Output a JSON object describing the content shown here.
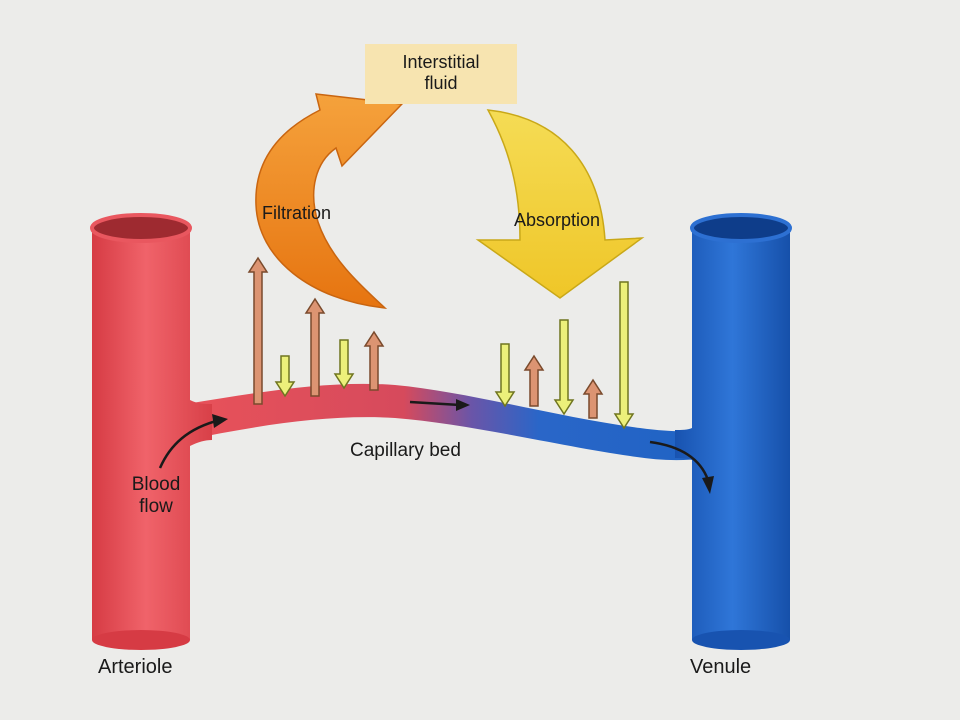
{
  "labels": {
    "interstitial_line1": "Interstitial",
    "interstitial_line2": "fluid",
    "filtration": "Filtration",
    "absorption": "Absorption",
    "capillary_bed": "Capillary bed",
    "blood_flow_line1": "Blood",
    "blood_flow_line2": "flow",
    "arteriole": "Arteriole",
    "venule": "Venule"
  },
  "colors": {
    "background": "#ececea",
    "arteriole": "#e8525a",
    "venule": "#1f63c4",
    "filtration_arrow": "#f08a1c",
    "absorption_arrow": "#f3d23a",
    "outward_pressure_arrow": "#d9906a",
    "inward_pressure_arrow": "#e9ec6a",
    "interstitial_box": "#f7e4b0"
  }
}
